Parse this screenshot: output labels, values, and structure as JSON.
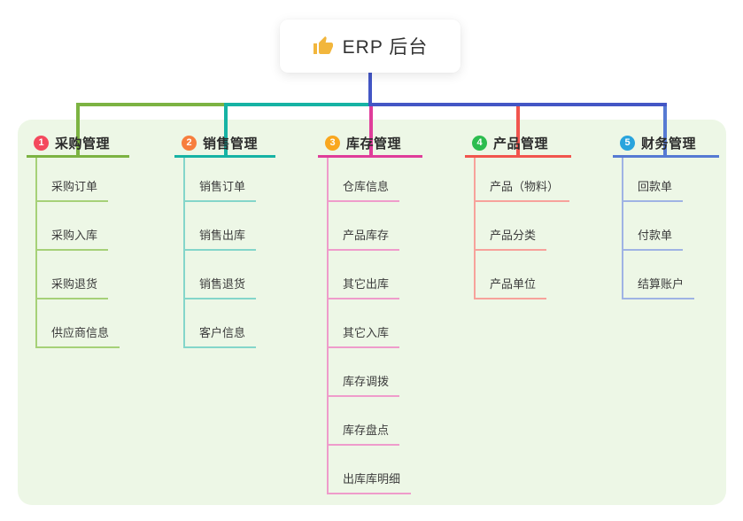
{
  "root": {
    "label": "ERP 后台",
    "icon": "thumbs-up-icon",
    "icon_color": "#f2b63c"
  },
  "colors": {
    "root_line": "#4356c5",
    "panel_bg": "#edf7e6",
    "canvas_bg": "#ffffff"
  },
  "branches": [
    {
      "badge": "1",
      "label": "采购管理",
      "color": "#7cb342",
      "light_color": "#a6d178",
      "badge_color": "#f4495d",
      "children": [
        "采购订单",
        "采购入库",
        "采购退货",
        "供应商信息"
      ]
    },
    {
      "badge": "2",
      "label": "销售管理",
      "color": "#16b3a4",
      "light_color": "#84d6ca",
      "badge_color": "#f77e3d",
      "children": [
        "销售订单",
        "销售出库",
        "销售退货",
        "客户信息"
      ]
    },
    {
      "badge": "3",
      "label": "库存管理",
      "color": "#df3d9a",
      "light_color": "#ef9ccb",
      "badge_color": "#f9a71f",
      "children": [
        "仓库信息",
        "产品库存",
        "其它出库",
        "其它入库",
        "库存调拨",
        "库存盘点",
        "出库库明细"
      ]
    },
    {
      "badge": "4",
      "label": "产品管理",
      "color": "#f1554e",
      "light_color": "#f7a29b",
      "badge_color": "#2dbd4f",
      "children": [
        "产品（物料）",
        "产品分类",
        "产品单位"
      ]
    },
    {
      "badge": "5",
      "label": "财务管理",
      "color": "#567ad3",
      "light_color": "#9fb3e4",
      "badge_color": "#29a4dd",
      "children": [
        "回款单",
        "付款单",
        "结算账户"
      ]
    }
  ]
}
